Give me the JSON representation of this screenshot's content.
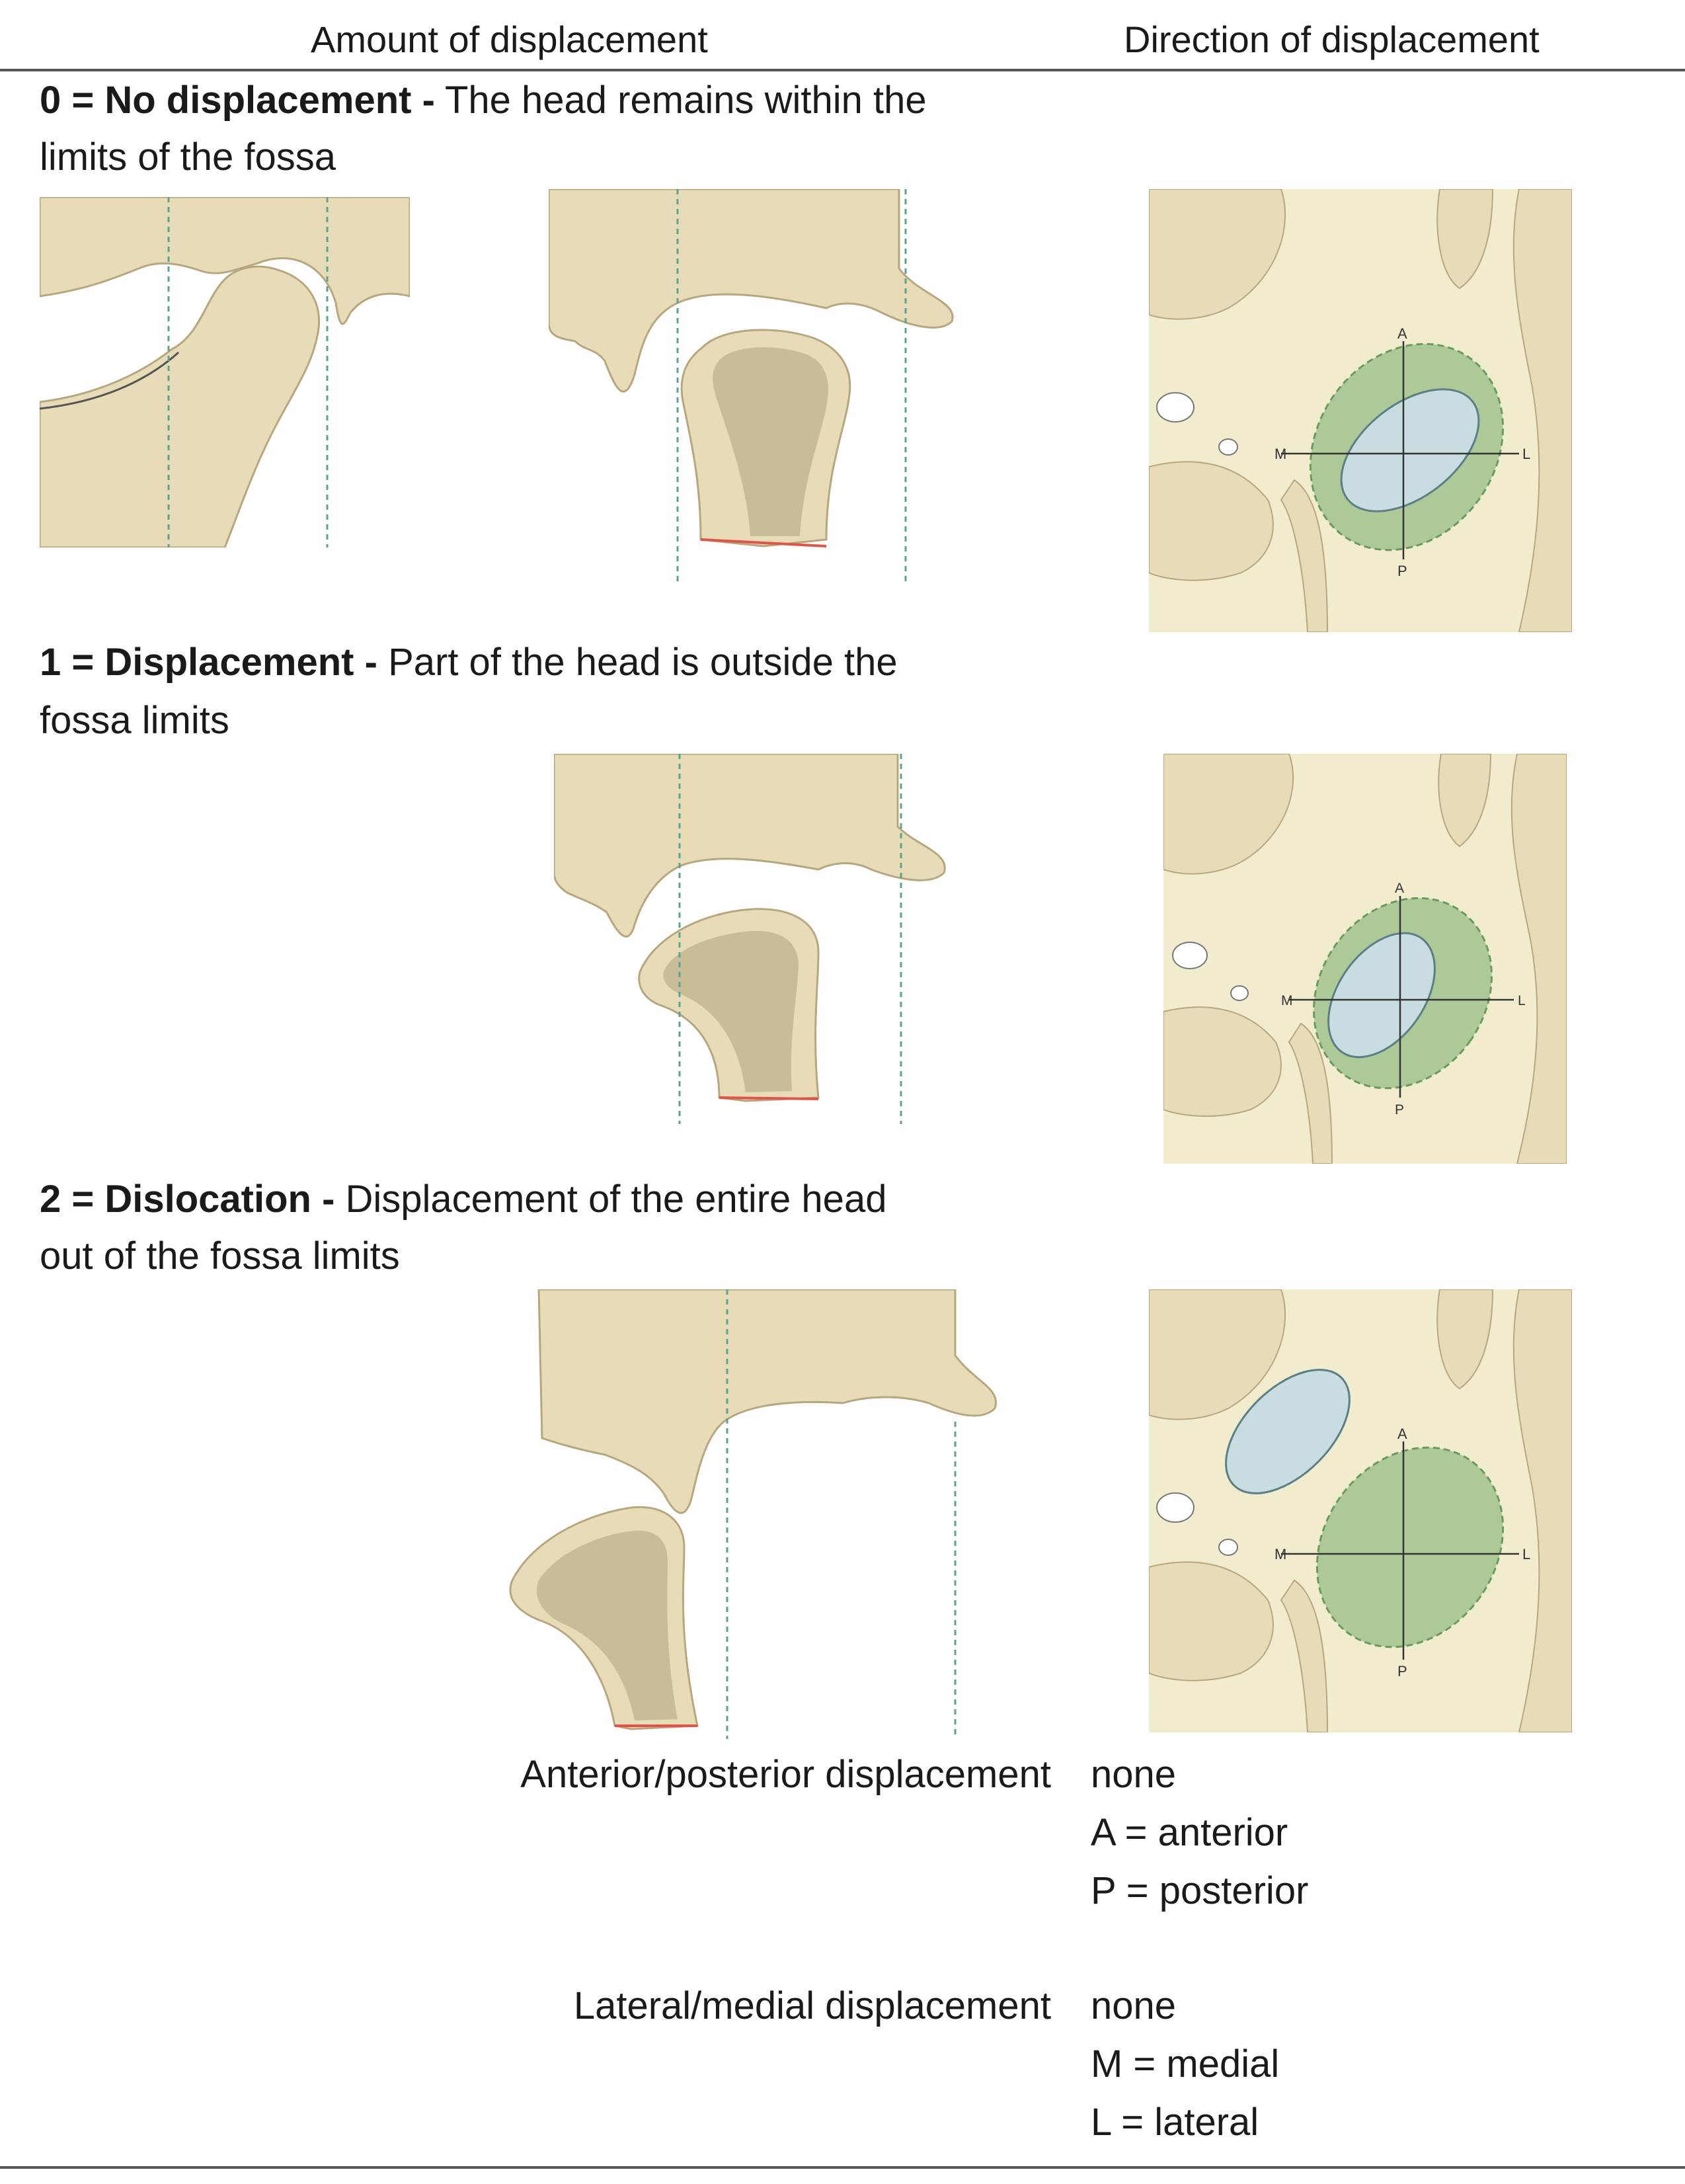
{
  "header": {
    "amount": "Amount of displacement",
    "direction": "Direction of displacement"
  },
  "levels": [
    {
      "code": "0 = No displacement -",
      "desc1": "The head remains within the",
      "desc2": "limits of the fossa",
      "markers": {
        "A": "A",
        "P": "P",
        "M": "M",
        "L": "L"
      }
    },
    {
      "code": "1 = Displacement -",
      "desc1": "Part of the head is outside the",
      "desc2": "fossa limits",
      "markers": {
        "A": "A",
        "P": "P",
        "M": "M",
        "L": "L"
      }
    },
    {
      "code": "2 = Dislocation -",
      "desc1": "Displacement of the entire head",
      "desc2": "out of the fossa limits",
      "markers": {
        "A": "A",
        "P": "P",
        "M": "M",
        "L": "L"
      }
    }
  ],
  "legend": {
    "ap_label": "Anterior/posterior displacement",
    "ap_values": [
      "none",
      "A = anterior",
      "P = posterior"
    ],
    "lm_label": "Lateral/medial displacement",
    "lm_values": [
      "none",
      "M = medial",
      "L = lateral"
    ]
  },
  "colors": {
    "bone": "#e8dcb8",
    "bone_outline": "#b8a77e",
    "marrow": "#c7be98",
    "fossa_zone": "#9cc08a",
    "condyle": "#c9dde0",
    "guide_line": "#5aa38e",
    "cut_line": "#e0554a",
    "background_light": "#f2eccf"
  }
}
